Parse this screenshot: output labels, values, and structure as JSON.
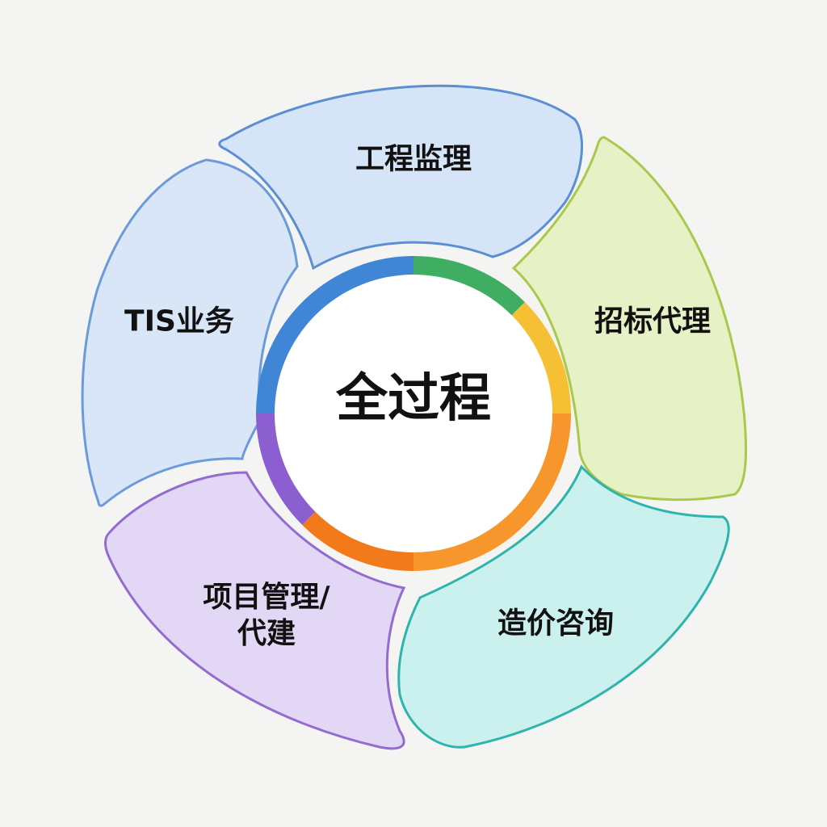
{
  "center": {
    "label": "全过程"
  },
  "segments": [
    {
      "label": "工程监理",
      "fill": "#d5e5f7",
      "stroke": "#5b8fd2"
    },
    {
      "label": "招标代理",
      "fill": "#e7f1c6",
      "stroke": "#a9c94c"
    },
    {
      "label": "造价咨询",
      "fill": "#cbf1ef",
      "stroke": "#2fb3ad"
    },
    {
      "label": "项目管理/",
      "label2": "代建",
      "fill": "#e2d7f4",
      "stroke": "#946ccf"
    },
    {
      "label": "TIS业务",
      "fill": "#d9e6f8",
      "stroke": "#6b9bd8"
    }
  ],
  "ring_colors": {
    "blue": "#3f87d6",
    "green": "#3fae63",
    "yellow": "#f5c033",
    "orange": "#f7962c",
    "dark_orange": "#f27a1b",
    "purple": "#8b5fcf"
  }
}
